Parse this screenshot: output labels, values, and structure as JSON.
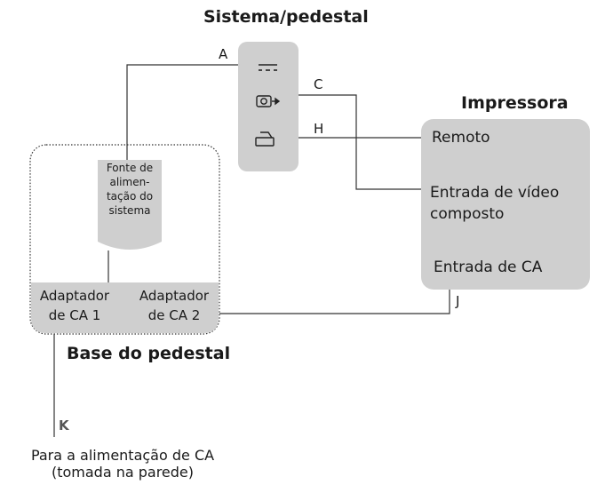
{
  "sistema": {
    "title": "Sistema/pedestal"
  },
  "fonte": {
    "label_lines": [
      "Fonte de",
      "alimen-",
      "tação do",
      "sistema"
    ]
  },
  "base": {
    "title": "Base do pedestal",
    "adapter1_lines": [
      "Adaptador",
      "de CA 1"
    ],
    "adapter2_lines": [
      "Adaptador",
      "de CA 2"
    ]
  },
  "impressora": {
    "title": "Impressora",
    "remoto": "Remoto",
    "video_lines": [
      "Entrada de vídeo",
      "composto"
    ],
    "ca": "Entrada de CA"
  },
  "connectors": {
    "a": "A",
    "c": "C",
    "h": "H",
    "j": "J",
    "k": "K"
  },
  "wall": {
    "lines": [
      "Para a alimentação de CA",
      "(tomada na parede)"
    ]
  },
  "icons": {
    "dc": "dc-power-icon",
    "video": "video-out-icon",
    "printer": "printer-icon"
  },
  "colors": {
    "box_fill": "#cfcfcf",
    "line": "#333333"
  }
}
